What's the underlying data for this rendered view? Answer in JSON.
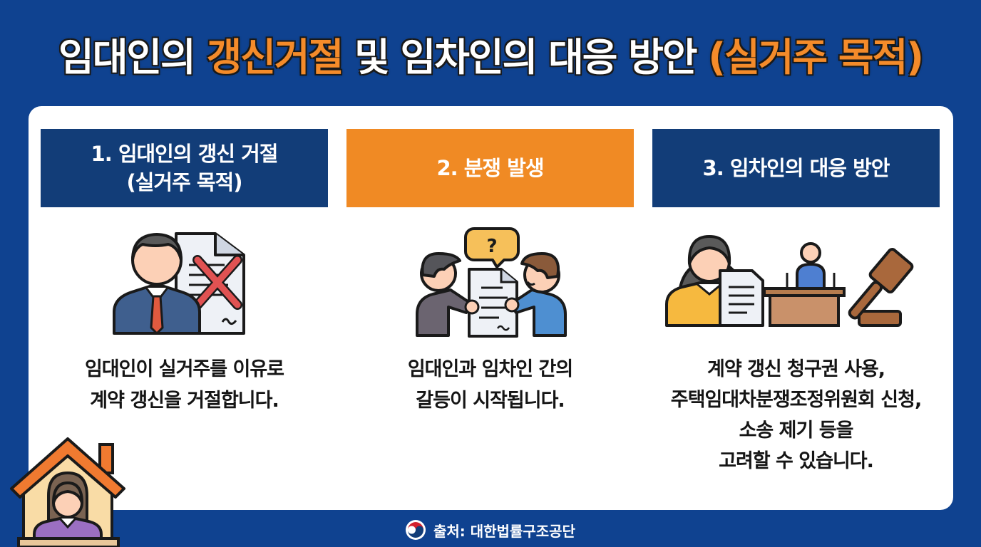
{
  "title": {
    "part1": "임대인의 ",
    "highlight1": "갱신거절",
    "part2": " 및 임차인의 대응 방안 ",
    "highlight2": "(실거주 목적)"
  },
  "colors": {
    "background": "#0f4290",
    "header_blue": "#123d78",
    "header_orange": "#f08a24",
    "accent_orange": "#f48b2a",
    "card": "#ffffff"
  },
  "columns": [
    {
      "heading_line1": "1. 임대인의 갱신 거절",
      "heading_line2": "(실거주 목적)",
      "icon": "landlord-rejected-contract-icon",
      "body_line1": "임대인이 실거주를 이유로",
      "body_line2": "계약 갱신을 거절합니다."
    },
    {
      "heading_line1": "2. 분쟁 발생",
      "icon": "dispute-people-contract-question-icon",
      "body_line1": "임대인과 임차인 간의",
      "body_line2": "갈등이 시작됩니다."
    },
    {
      "heading_line1": "3. 임차인의 대응 방안",
      "icon": "tenant-mediation-court-gavel-icon",
      "body_line1": "계약 갱신 청구권 사용,",
      "body_line2": "주택임대차분쟁조정위원회 신청,",
      "body_line3": "소송 제기 등을",
      "body_line4": "고려할 수 있습니다."
    }
  ],
  "footer": {
    "source_label": "출처: 대한법률구조공단",
    "emblem_icon": "korea-government-emblem-icon"
  },
  "decoration": {
    "house_icon": "house-with-woman-icon"
  }
}
